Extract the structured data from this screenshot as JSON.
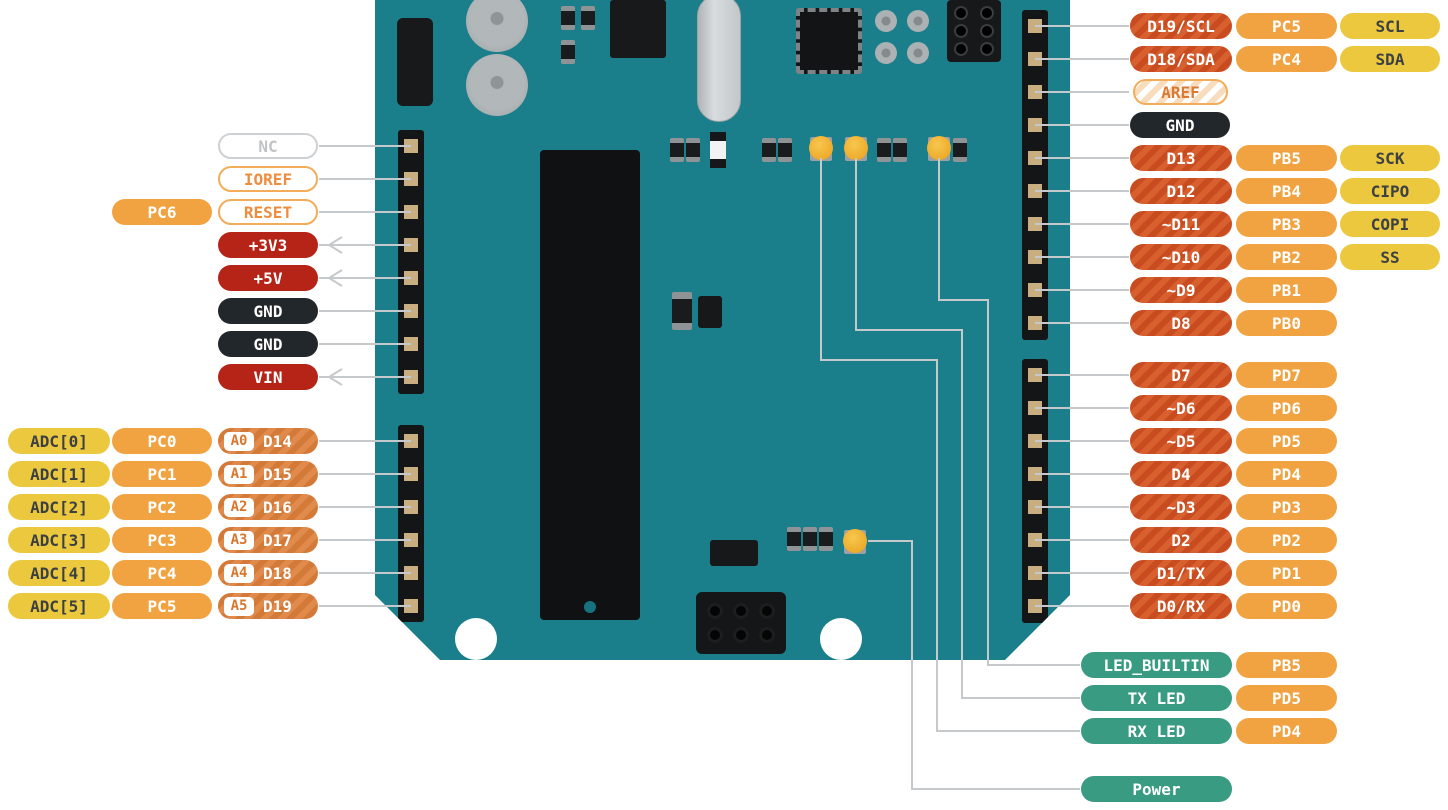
{
  "colors": {
    "board_teal": "#1A7E8B",
    "pill_orange": "#F2A341",
    "pill_yellow": "#EBC83D",
    "pill_power_red": "#B62418",
    "pill_gnd_dark": "#22272B",
    "pill_led_teal": "#399C82",
    "pill_digital_stripe_a": "#D8602F",
    "pill_digital_stripe_b": "#C94B20",
    "wire_gray": "#C5C9CB",
    "pin_gold": "#C9AE82"
  },
  "left_power": [
    {
      "label": "NC"
    },
    {
      "label": "IOREF"
    },
    {
      "port": "PC6",
      "label": "RESET"
    },
    {
      "label": "+3V3"
    },
    {
      "label": "+5V"
    },
    {
      "label": "GND"
    },
    {
      "label": "GND"
    },
    {
      "label": "VIN"
    }
  ],
  "analog": [
    {
      "adc": "ADC[0]",
      "port": "PC0",
      "a": "A0",
      "d": "D14"
    },
    {
      "adc": "ADC[1]",
      "port": "PC1",
      "a": "A1",
      "d": "D15"
    },
    {
      "adc": "ADC[2]",
      "port": "PC2",
      "a": "A2",
      "d": "D16"
    },
    {
      "adc": "ADC[3]",
      "port": "PC3",
      "a": "A3",
      "d": "D17"
    },
    {
      "adc": "ADC[4]",
      "port": "PC4",
      "a": "A4",
      "d": "D18"
    },
    {
      "adc": "ADC[5]",
      "port": "PC5",
      "a": "A5",
      "d": "D19"
    }
  ],
  "right": [
    {
      "pin": "D19/SCL",
      "port": "PC5",
      "fn": "SCL"
    },
    {
      "pin": "D18/SDA",
      "port": "PC4",
      "fn": "SDA"
    },
    {
      "pin": "AREF"
    },
    {
      "pin": "GND"
    },
    {
      "pin": "D13",
      "port": "PB5",
      "fn": "SCK"
    },
    {
      "pin": "D12",
      "port": "PB4",
      "fn": "CIPO"
    },
    {
      "pin": "~D11",
      "port": "PB3",
      "fn": "COPI"
    },
    {
      "pin": "~D10",
      "port": "PB2",
      "fn": "SS"
    },
    {
      "pin": "~D9",
      "port": "PB1"
    },
    {
      "pin": "D8",
      "port": "PB0"
    },
    {
      "pin": "D7",
      "port": "PD7"
    },
    {
      "pin": "~D6",
      "port": "PD6"
    },
    {
      "pin": "~D5",
      "port": "PD5"
    },
    {
      "pin": "D4",
      "port": "PD4"
    },
    {
      "pin": "~D3",
      "port": "PD3"
    },
    {
      "pin": "D2",
      "port": "PD2"
    },
    {
      "pin": "D1/TX",
      "port": "PD1"
    },
    {
      "pin": "D0/RX",
      "port": "PD0"
    }
  ],
  "leds": [
    {
      "label": "LED_BUILTIN",
      "port": "PB5"
    },
    {
      "label": "TX LED",
      "port": "PD5"
    },
    {
      "label": "RX LED",
      "port": "PD4"
    }
  ],
  "power_label": "Power"
}
